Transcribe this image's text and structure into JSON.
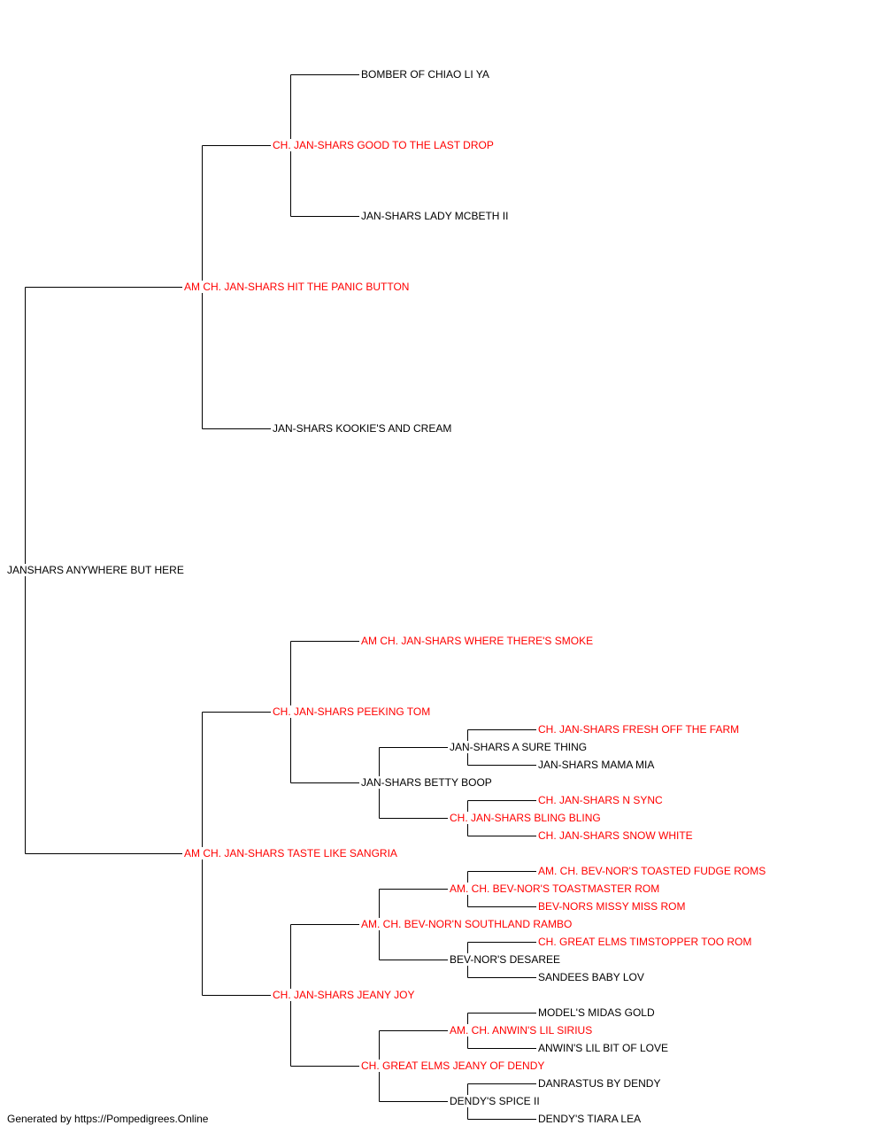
{
  "colors": {
    "champion": "#ff0000",
    "regular": "#000000",
    "line": "#000000"
  },
  "pedigree": {
    "subject": {
      "name": "JANSHARS ANYWHERE BUT HERE",
      "champion": false
    },
    "sire": {
      "name": "AM CH. JAN-SHARS HIT THE PANIC BUTTON",
      "champion": true
    },
    "sire_sire": {
      "name": "CH. JAN-SHARS GOOD TO THE LAST DROP",
      "champion": true
    },
    "sire_sire_sire": {
      "name": "BOMBER OF CHIAO LI YA",
      "champion": false
    },
    "sire_sire_dam": {
      "name": "JAN-SHARS LADY MCBETH II",
      "champion": false
    },
    "sire_dam": {
      "name": "JAN-SHARS KOOKIE'S AND CREAM",
      "champion": false
    },
    "dam": {
      "name": "AM CH. JAN-SHARS TASTE LIKE SANGRIA",
      "champion": true
    },
    "dam_sire": {
      "name": "CH. JAN-SHARS PEEKING TOM",
      "champion": true
    },
    "dam_sire_sire": {
      "name": "AM CH. JAN-SHARS WHERE THERE'S SMOKE",
      "champion": true
    },
    "dam_sire_dam": {
      "name": "JAN-SHARS BETTY BOOP",
      "champion": false
    },
    "dam_sire_dam_sire": {
      "name": "JAN-SHARS A SURE THING",
      "champion": false
    },
    "dam_sire_dam_sire_sire": {
      "name": "CH. JAN-SHARS FRESH OFF THE FARM",
      "champion": true
    },
    "dam_sire_dam_sire_dam": {
      "name": "JAN-SHARS MAMA MIA",
      "champion": false
    },
    "dam_sire_dam_dam": {
      "name": "CH. JAN-SHARS BLING BLING",
      "champion": true
    },
    "dam_sire_dam_dam_sire": {
      "name": "CH. JAN-SHARS N SYNC",
      "champion": true
    },
    "dam_sire_dam_dam_dam": {
      "name": "CH. JAN-SHARS SNOW WHITE",
      "champion": true
    },
    "dam_dam": {
      "name": "CH. JAN-SHARS JEANY JOY",
      "champion": true
    },
    "dam_dam_sire": {
      "name": "AM. CH. BEV-NOR'N SOUTHLAND RAMBO",
      "champion": true
    },
    "dam_dam_sire_sire": {
      "name": "AM. CH. BEV-NOR'S TOASTMASTER ROM",
      "champion": true
    },
    "dam_dam_sire_sire_sire": {
      "name": "AM. CH. BEV-NOR'S TOASTED FUDGE ROMS",
      "champion": true
    },
    "dam_dam_sire_sire_dam": {
      "name": "BEV-NORS MISSY MISS ROM",
      "champion": true
    },
    "dam_dam_sire_dam": {
      "name": "BEV-NOR'S DESAREE",
      "champion": false
    },
    "dam_dam_sire_dam_sire": {
      "name": "CH. GREAT ELMS TIMSTOPPER TOO ROM",
      "champion": true
    },
    "dam_dam_sire_dam_dam": {
      "name": "SANDEES BABY LOV",
      "champion": false
    },
    "dam_dam_dam": {
      "name": "CH. GREAT ELMS JEANY OF DENDY",
      "champion": true
    },
    "dam_dam_dam_sire": {
      "name": "AM. CH. ANWIN'S LIL SIRIUS",
      "champion": true
    },
    "dam_dam_dam_sire_sire": {
      "name": "MODEL'S MIDAS GOLD",
      "champion": false
    },
    "dam_dam_dam_sire_dam": {
      "name": "ANWIN'S LIL BIT OF LOVE",
      "champion": false
    },
    "dam_dam_dam_dam": {
      "name": "DENDY'S SPICE II",
      "champion": false
    },
    "dam_dam_dam_dam_sire": {
      "name": "DANRASTUS BY DENDY",
      "champion": false
    },
    "dam_dam_dam_dam_dam": {
      "name": "DENDY'S TIARA LEA",
      "champion": false
    }
  },
  "footer": {
    "text": "Generated by https://Pompedigrees.Online"
  }
}
